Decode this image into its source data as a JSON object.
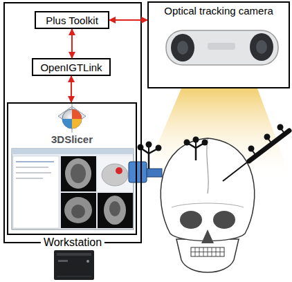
{
  "diagram": {
    "nodes": [
      {
        "text": [
          "Workstation"
        ]
      },
      {
        "text": [
          "Plus Toolkit"
        ],
        "in": 0
      },
      {
        "text": [
          "OpenIGTLink"
        ],
        "in": 0
      },
      {
        "text": [
          "3DSlicer"
        ],
        "in": 0
      },
      {
        "text": [
          "Optical tracking camera"
        ]
      }
    ],
    "edges": [
      {
        "from": 1,
        "to": 4,
        "arrow": "both"
      },
      {
        "from": 1,
        "to": 2,
        "arrow": "both"
      },
      {
        "from": 2,
        "to": 3,
        "arrow": "both"
      }
    ]
  }
}
